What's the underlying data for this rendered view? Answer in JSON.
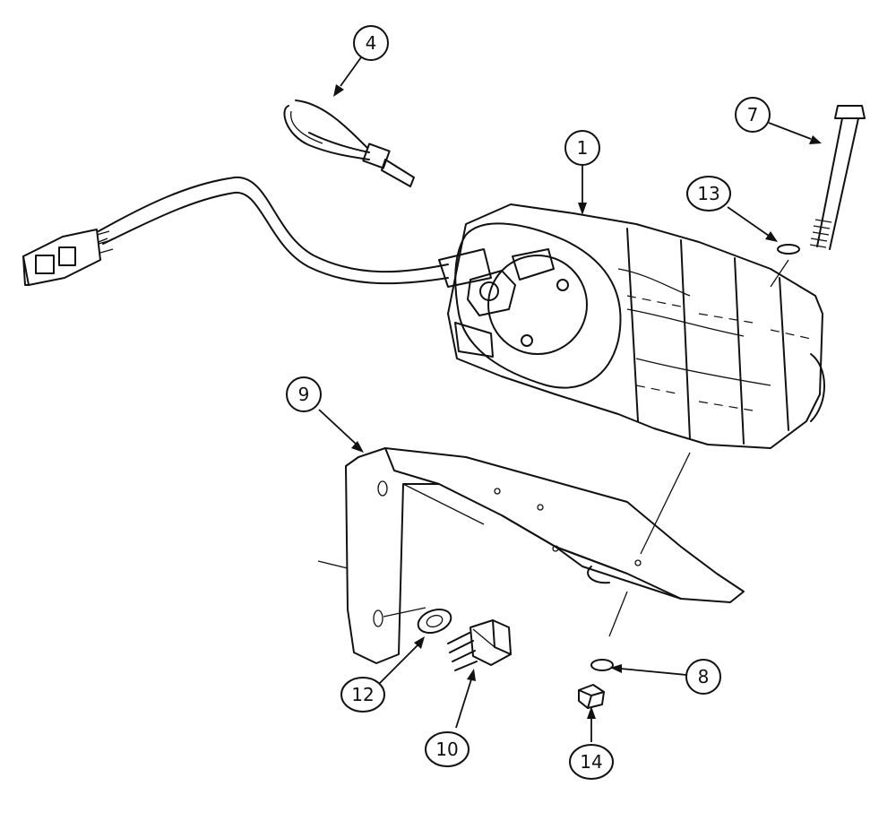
{
  "callouts": {
    "c1": "1",
    "c4": "4",
    "c7": "7",
    "c8": "8",
    "c9": "9",
    "c10": "10",
    "c12": "12",
    "c13": "13",
    "c14": "14"
  }
}
